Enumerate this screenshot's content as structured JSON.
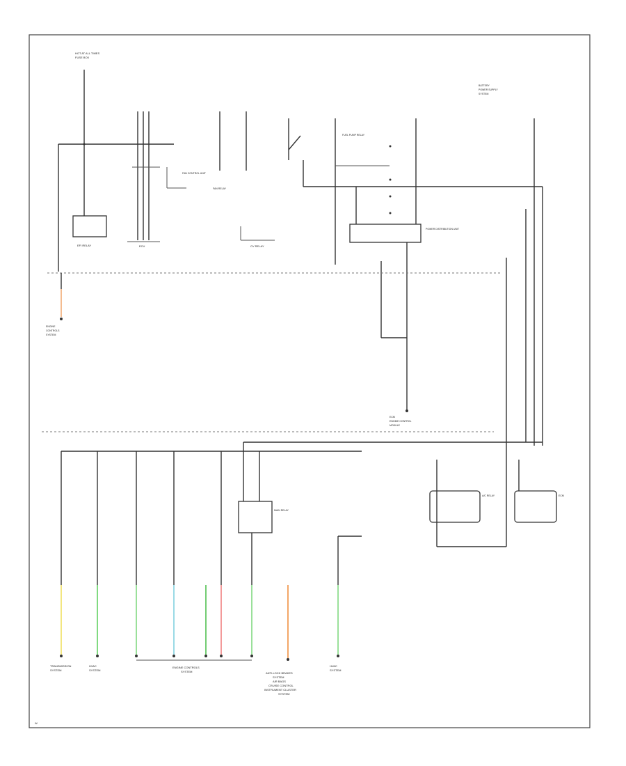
{
  "page_id": "W",
  "top_source_label": [
    "HOT AT ALL TIMES",
    "FUSE BOX"
  ],
  "right_note": [
    "BATTERY",
    "POWER SUPPLY",
    "SYSTEM"
  ],
  "boxes": {
    "efi_relay": "EFI RELAY",
    "ecu": "ECU",
    "cv_relay": "CV RELAY",
    "fan_relay": "FAN RELAY",
    "fan_control_unit": "FAN CONTROL UNIT",
    "fuel_pump_relay": "FUEL PUMP RELAY",
    "power_distribution_unit": "POWER DISTRIBUTION UNIT",
    "ac_relay": "A/C RELAY",
    "main_relay": "MAIN RELAY",
    "ecm": "ECM"
  },
  "bottom_labels": {
    "transmission": [
      "TRANSMISSION",
      "SYSTEM"
    ],
    "hvac_1": [
      "HVAC",
      "SYSTEM"
    ],
    "engine_controls": [
      "ENGINE CONTROLS",
      "SYSTEM"
    ],
    "multi_system": [
      "ANTI-LOCK BRAKES",
      "SYSTEM",
      "AIR BAGS",
      "CRUISE CONTROL",
      "INSTRUMENT CLUSTER",
      "SYSTEM"
    ],
    "hvac_2": [
      "HVAC",
      "SYSTEM"
    ],
    "left_ground": [
      "ENGINE",
      "CONTROLS",
      "SYSTEM"
    ],
    "center_ground": [
      "ECM",
      "ENGINE CONTROL",
      "MODULE"
    ]
  }
}
